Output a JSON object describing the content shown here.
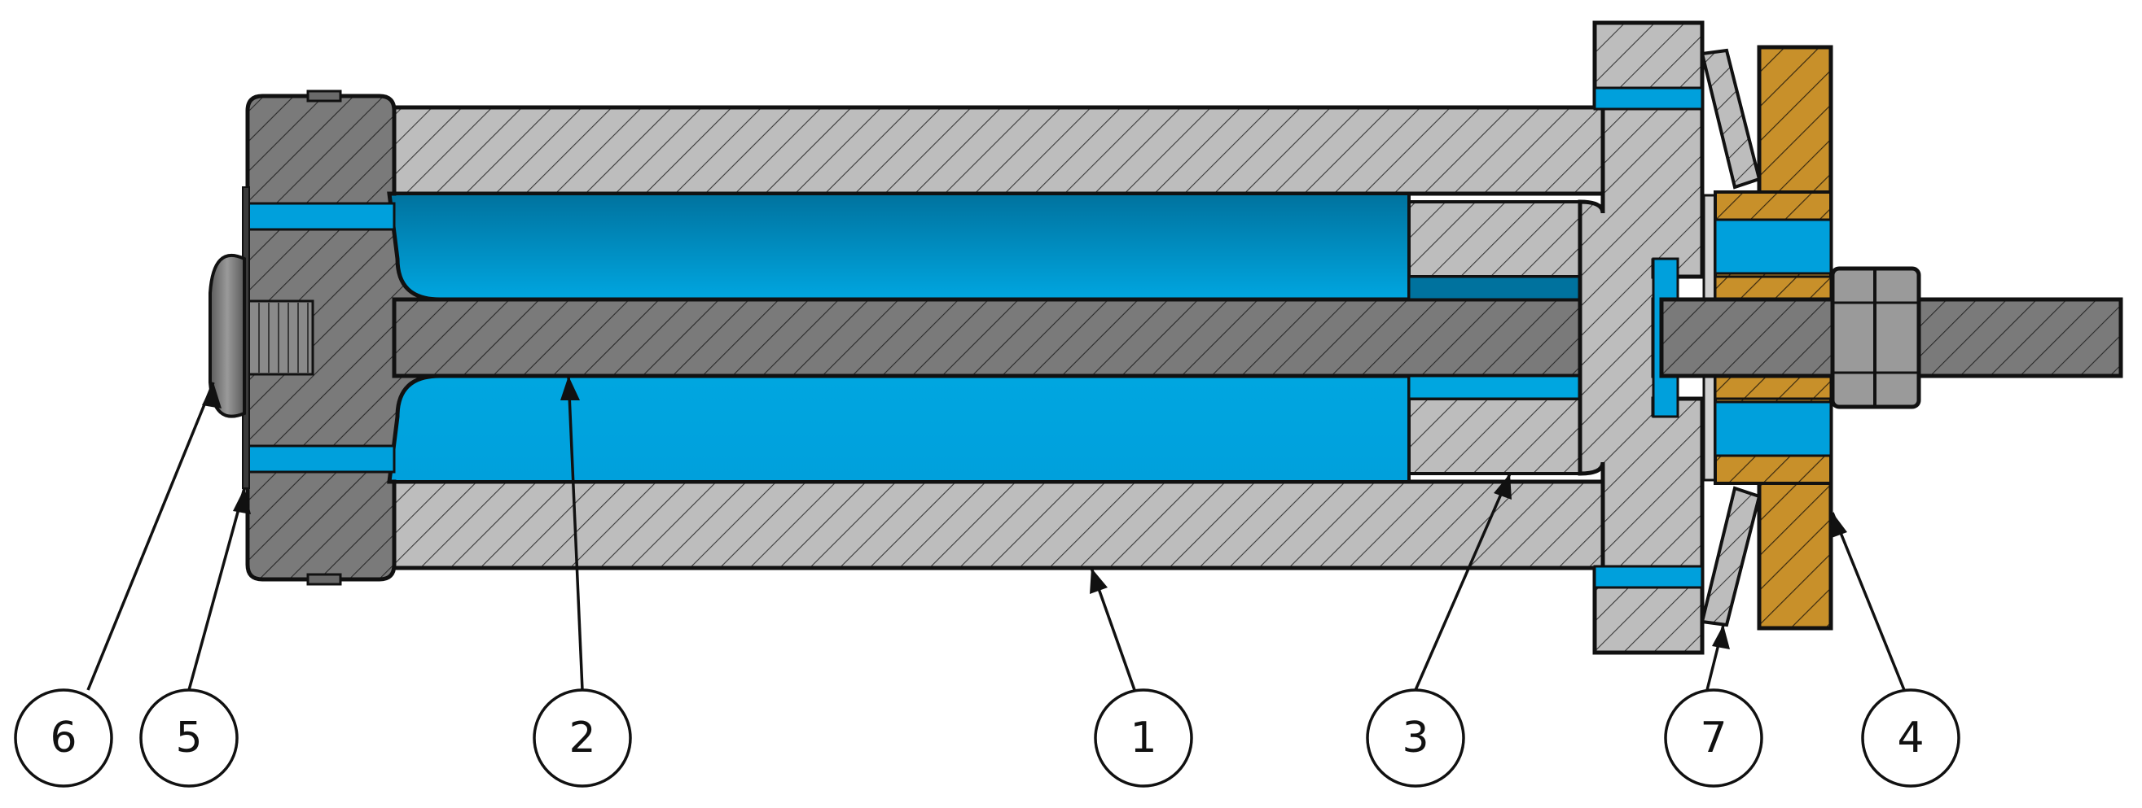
{
  "diagram": {
    "callouts": [
      {
        "id": "c6",
        "label": "6"
      },
      {
        "id": "c5",
        "label": "5"
      },
      {
        "id": "c2",
        "label": "2"
      },
      {
        "id": "c1",
        "label": "1"
      },
      {
        "id": "c3",
        "label": "3"
      },
      {
        "id": "c7",
        "label": "7"
      },
      {
        "id": "c4",
        "label": "4"
      }
    ],
    "colors": {
      "steel_light": "#bdbdbd",
      "steel_dark": "#7a7a7a",
      "fluid_light": "#00a0dc",
      "fluid_dark": "#00729e",
      "plate": "#c8902a",
      "outline": "#111111"
    }
  }
}
